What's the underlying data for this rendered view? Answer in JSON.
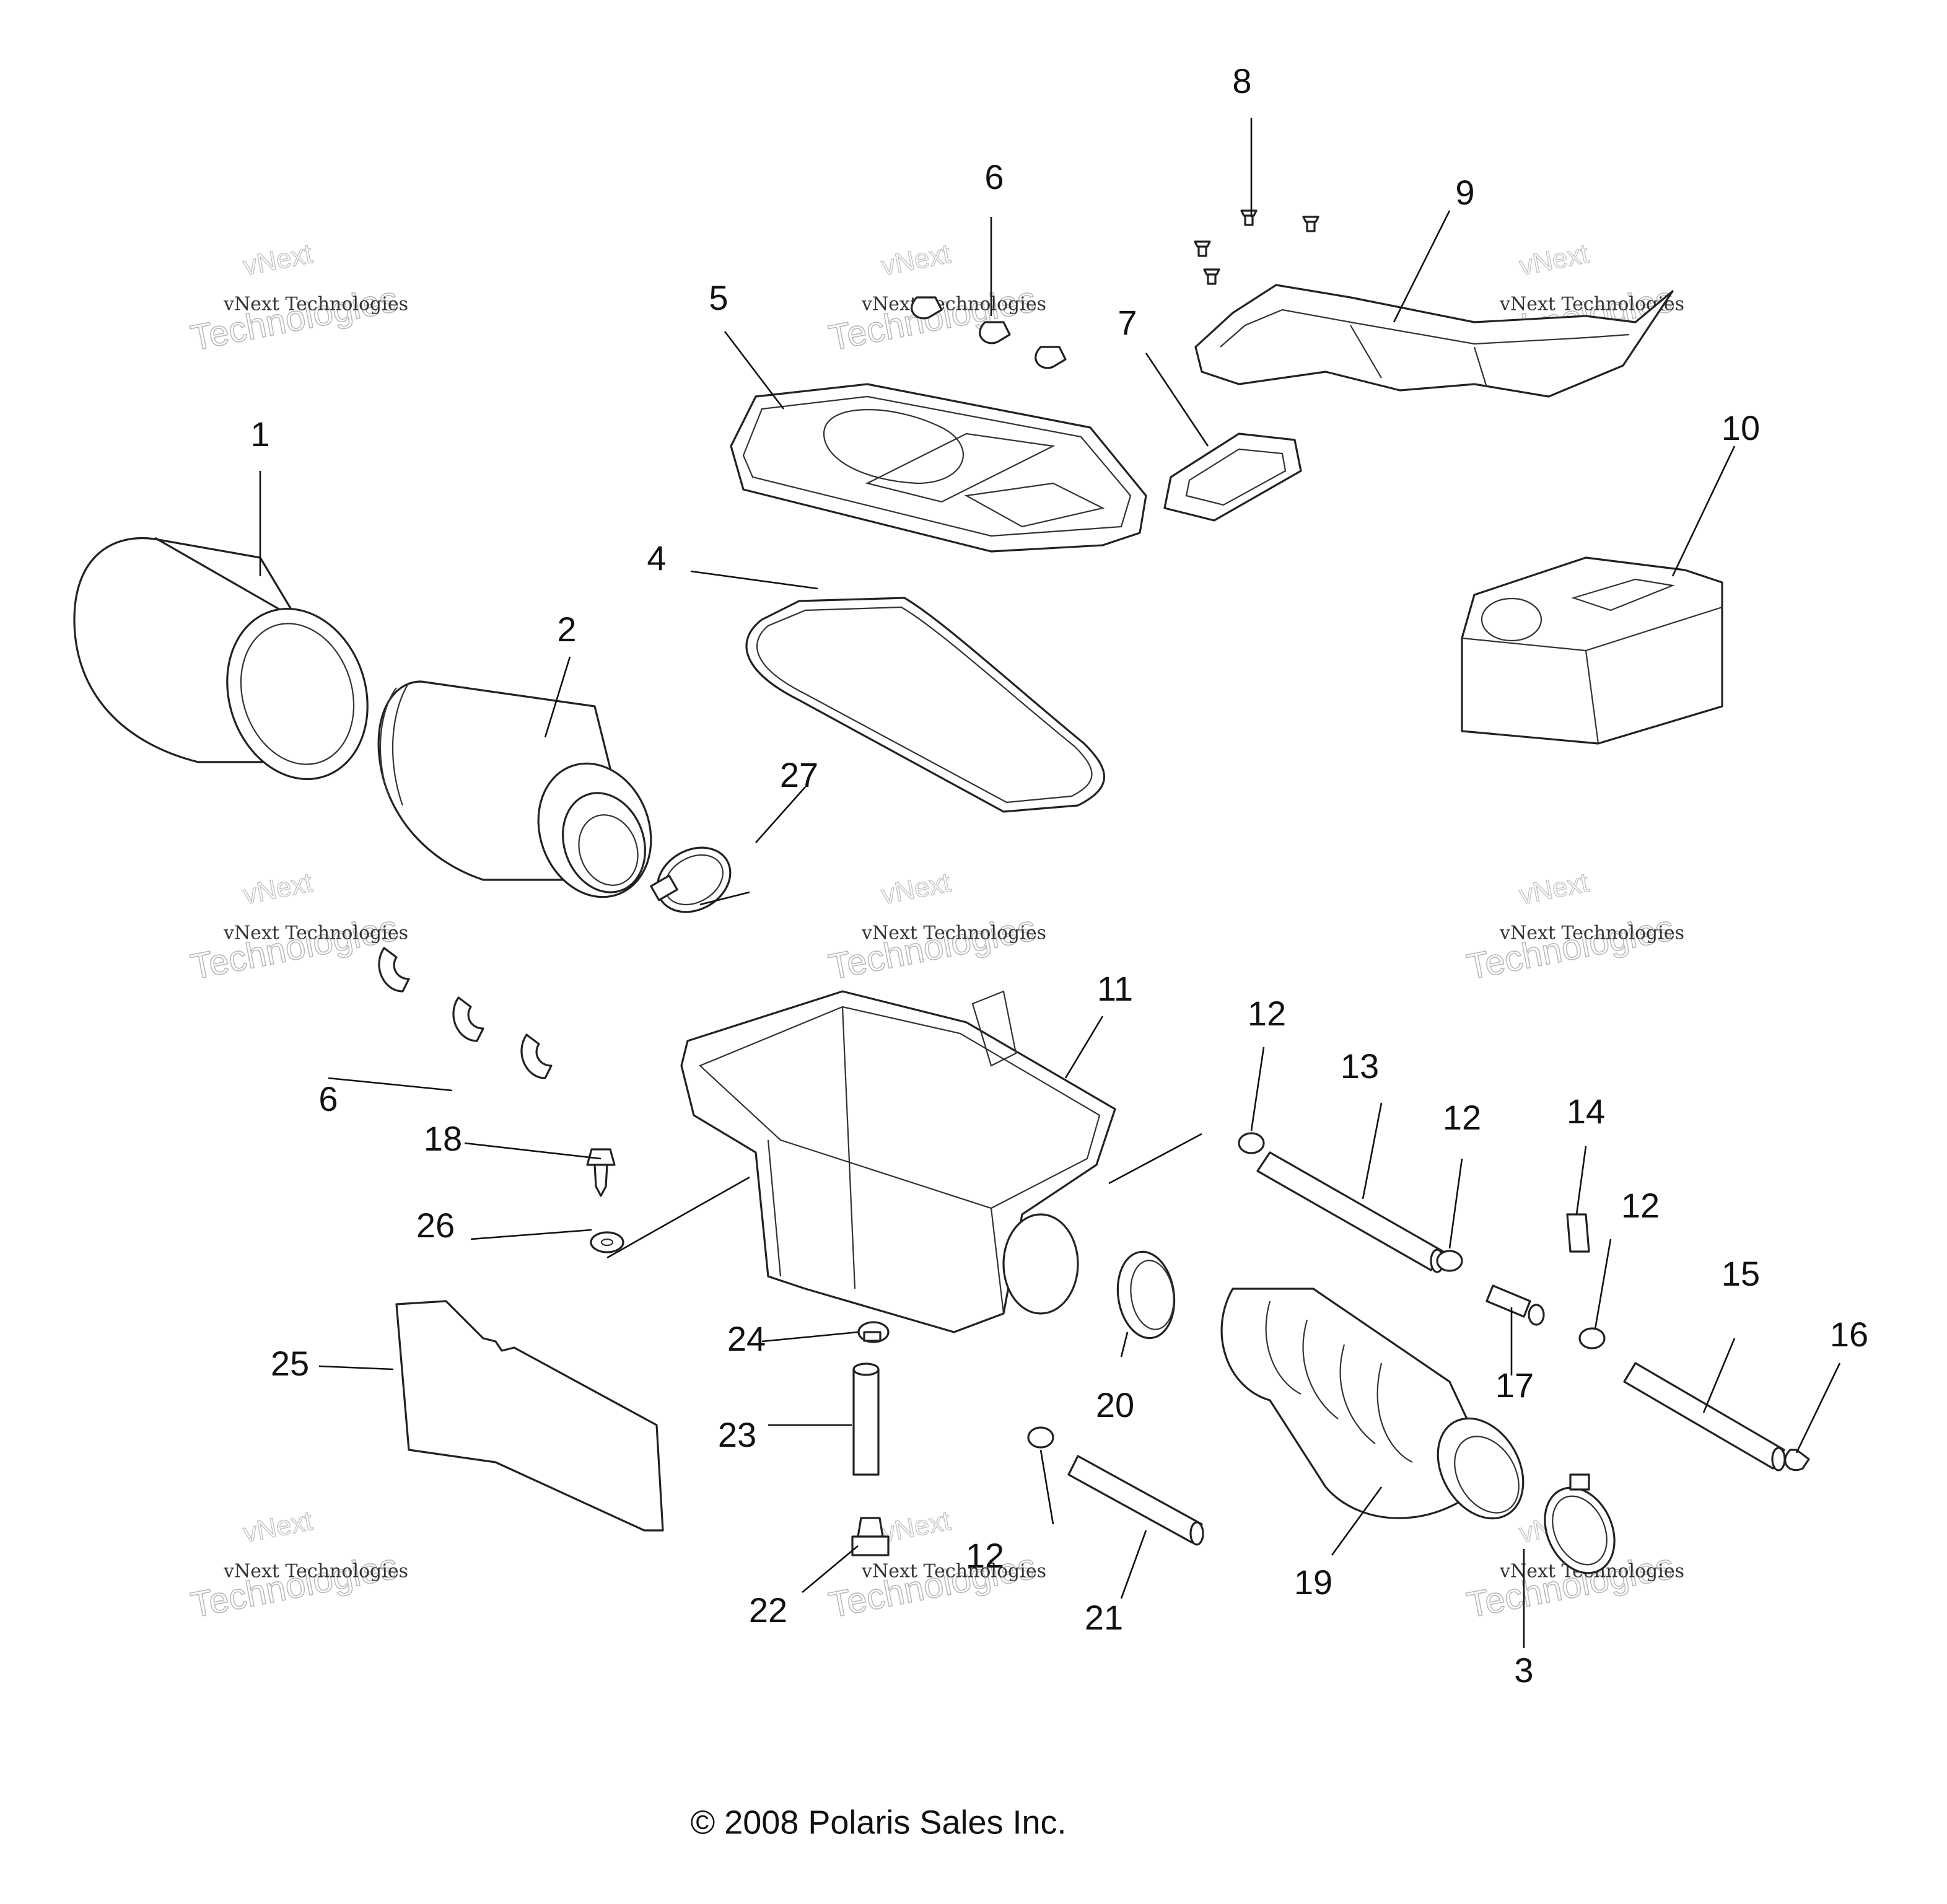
{
  "watermark": {
    "line1": "vNext Technologies",
    "line2": "Technologies",
    "line3": "vNext"
  },
  "copyright": "© 2008 Polaris Sales Inc.",
  "callouts": [
    "1",
    "2",
    "3",
    "4",
    "5",
    "6",
    "6",
    "7",
    "8",
    "9",
    "10",
    "11",
    "12",
    "12",
    "12",
    "12",
    "13",
    "14",
    "15",
    "16",
    "17",
    "18",
    "19",
    "20",
    "21",
    "22",
    "23",
    "24",
    "25",
    "26",
    "27"
  ]
}
